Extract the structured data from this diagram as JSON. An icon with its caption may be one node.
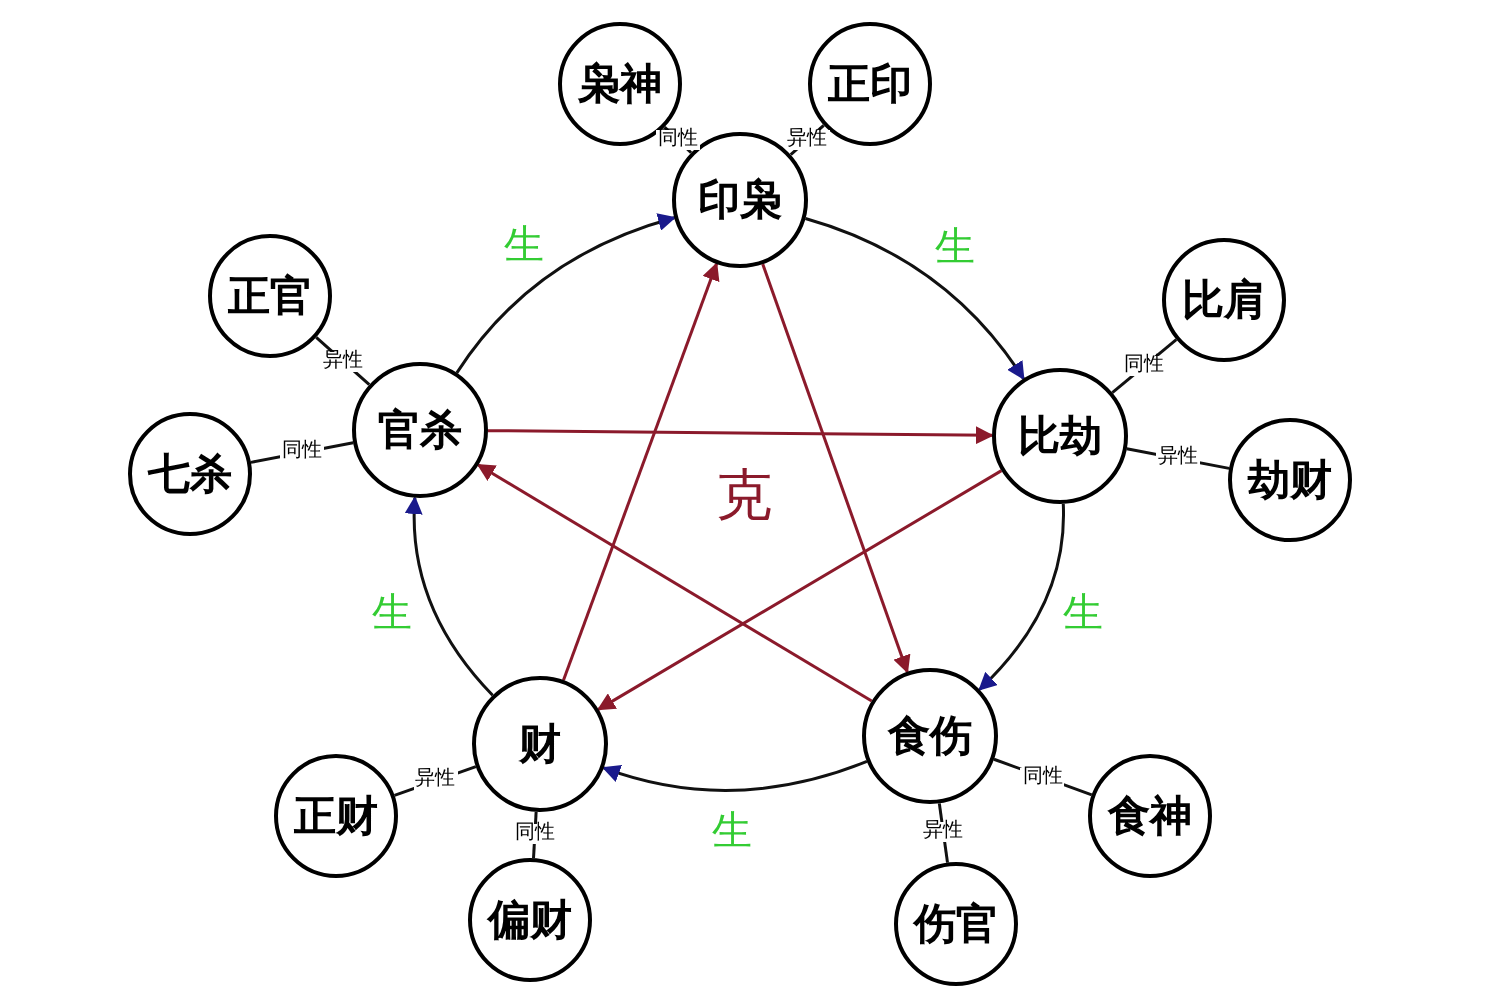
{
  "diagram": {
    "nodes": [
      {
        "text": [
          "印枭"
        ]
      },
      {
        "text": [
          "比劫"
        ]
      },
      {
        "text": [
          "食伤"
        ]
      },
      {
        "text": [
          "财"
        ]
      },
      {
        "text": [
          "官杀"
        ]
      },
      {
        "text": [
          "枭神"
        ]
      },
      {
        "text": [
          "正印"
        ]
      },
      {
        "text": [
          "比肩"
        ]
      },
      {
        "text": [
          "劫财"
        ]
      },
      {
        "text": [
          "食神"
        ]
      },
      {
        "text": [
          "伤官"
        ]
      },
      {
        "text": [
          "偏财"
        ]
      },
      {
        "text": [
          "正财"
        ]
      },
      {
        "text": [
          "七杀"
        ]
      },
      {
        "text": [
          "正官"
        ]
      }
    ],
    "edges": [
      {
        "from": 4,
        "to": 0,
        "arrow": "to",
        "label": "生"
      },
      {
        "from": 0,
        "to": 1,
        "arrow": "to",
        "label": "生"
      },
      {
        "from": 1,
        "to": 2,
        "arrow": "to",
        "label": "生"
      },
      {
        "from": 2,
        "to": 3,
        "arrow": "to",
        "label": "生"
      },
      {
        "from": 3,
        "to": 4,
        "arrow": "to",
        "label": "生"
      },
      {
        "from": 0,
        "to": 2,
        "arrow": "to",
        "color": "#8b1a2b"
      },
      {
        "from": 2,
        "to": 4,
        "arrow": "to",
        "color": "#8b1a2b"
      },
      {
        "from": 4,
        "to": 1,
        "arrow": "to",
        "color": "#8b1a2b"
      },
      {
        "from": 1,
        "to": 3,
        "arrow": "to",
        "color": "#8b1a2b"
      },
      {
        "from": 3,
        "to": 0,
        "arrow": "to",
        "color": "#8b1a2b"
      },
      {
        "from": 0,
        "to": 5,
        "arrow": "none",
        "label": "同性"
      },
      {
        "from": 0,
        "to": 6,
        "arrow": "none",
        "label": "异性"
      },
      {
        "from": 1,
        "to": 7,
        "arrow": "none",
        "label": "同性"
      },
      {
        "from": 1,
        "to": 8,
        "arrow": "none",
        "label": "异性"
      },
      {
        "from": 2,
        "to": 9,
        "arrow": "none",
        "label": "同性"
      },
      {
        "from": 2,
        "to": 10,
        "arrow": "none",
        "label": "异性"
      },
      {
        "from": 3,
        "to": 11,
        "arrow": "none",
        "label": "同性"
      },
      {
        "from": 3,
        "to": 12,
        "arrow": "none",
        "label": "异性"
      },
      {
        "from": 4,
        "to": 13,
        "arrow": "none",
        "label": "同性"
      },
      {
        "from": 4,
        "to": 14,
        "arrow": "none",
        "label": "异性"
      }
    ],
    "labels": [
      "克"
    ]
  }
}
